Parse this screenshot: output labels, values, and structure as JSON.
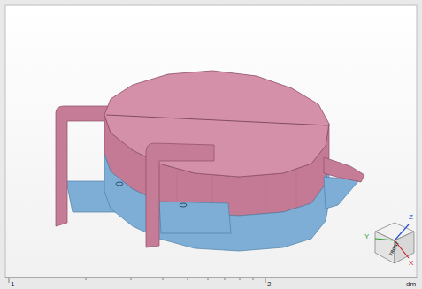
{
  "diagram": {
    "labels": [
      "1",
      "2",
      "dm",
      "Z",
      "Y",
      "X",
      "FRONT"
    ]
  }
}
